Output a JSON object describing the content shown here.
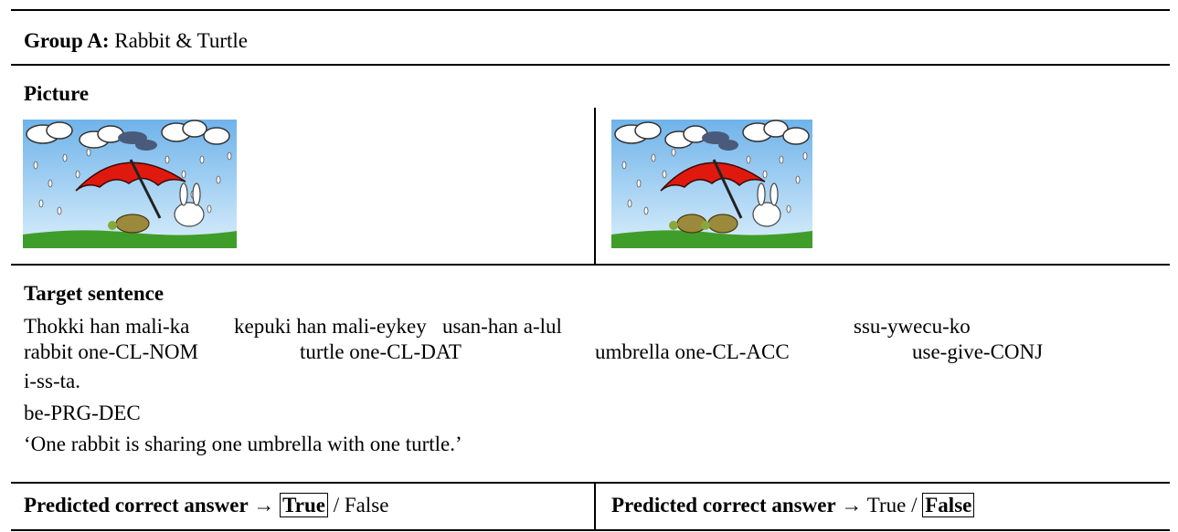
{
  "header": {
    "group_label": "Group A:",
    "group_title": "Rabbit & Turtle"
  },
  "picture": {
    "heading": "Picture",
    "left_image": "rabbit-under-umbrella-with-one-turtle-in-rain",
    "right_image": "rabbit-under-umbrella-with-two-turtles-in-rain"
  },
  "target": {
    "heading": "Target sentence",
    "words": [
      "Thokki han mali-ka",
      "kepuki han mali-eykey",
      "usan-han a-lul",
      "ssu-ywecu-ko"
    ],
    "glosses": [
      "rabbit one-CL-NOM",
      "turtle one-CL-DAT",
      "umbrella one-CL-ACC",
      "use-give-CONJ"
    ],
    "word2": "i-ss-ta.",
    "gloss2": "be-PRG-DEC",
    "translation": "‘One rabbit is sharing one umbrella with one turtle.’"
  },
  "answers": {
    "left": {
      "label": "Predicted correct answer",
      "arrow": "→",
      "option_true": "True",
      "separator": "/",
      "option_false": "False",
      "selected": "True"
    },
    "right": {
      "label": "Predicted correct answer",
      "arrow": "→",
      "option_true": "True",
      "separator": "/",
      "option_false": "False",
      "selected": "False"
    }
  },
  "colors": {
    "sky": "#8fc4ee",
    "umbrella": "#e0190f",
    "grass": "#3f9e2a"
  }
}
